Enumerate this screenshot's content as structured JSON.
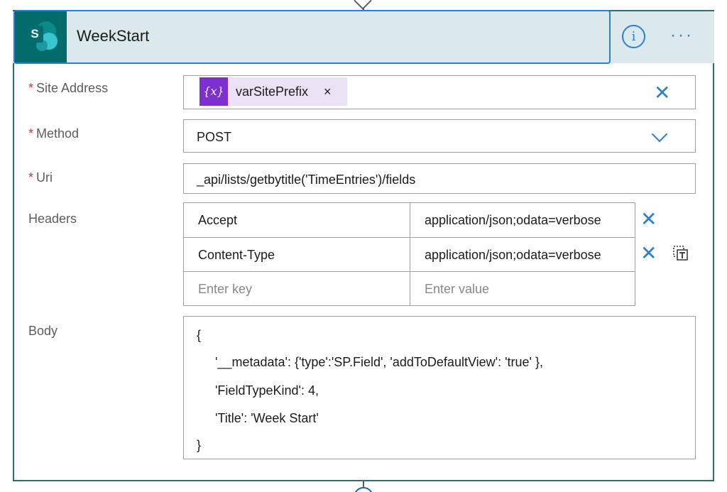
{
  "action": {
    "title": "WeekStart",
    "app_icon": "sharepoint-logo",
    "app_letter": "S",
    "info_icon": "info-icon",
    "more_icon": "more-options-icon"
  },
  "fields": {
    "site_address": {
      "label": "Site Address",
      "required_mark": "*",
      "token": {
        "icon_text": "{x}",
        "label": "varSitePrefix",
        "remove": "×"
      }
    },
    "method": {
      "label": "Method",
      "required_mark": "*",
      "value": "POST"
    },
    "uri": {
      "label": "Uri",
      "required_mark": "*",
      "value": "_api/lists/getbytitle('TimeEntries')/fields"
    },
    "headers": {
      "label": "Headers",
      "rows": [
        {
          "key": "Accept",
          "value": "application/json;odata=verbose"
        },
        {
          "key": "Content-Type",
          "value": "application/json;odata=verbose"
        }
      ],
      "key_placeholder": "Enter key",
      "value_placeholder": "Enter value"
    },
    "body": {
      "label": "Body",
      "lines": [
        "{",
        "'__metadata': {'type':'SP.Field', 'addToDefaultView': 'true' },",
        "'FieldTypeKind': 4,",
        "'Title': 'Week Start'",
        "}"
      ]
    }
  },
  "colors": {
    "accent": "#2b7fd4",
    "header_bg": "#dce9ec",
    "card_border": "#2d6f73",
    "token_bg": "#ebe3f5",
    "token_icon_bg": "#7d2fd1",
    "required": "#d13438"
  }
}
